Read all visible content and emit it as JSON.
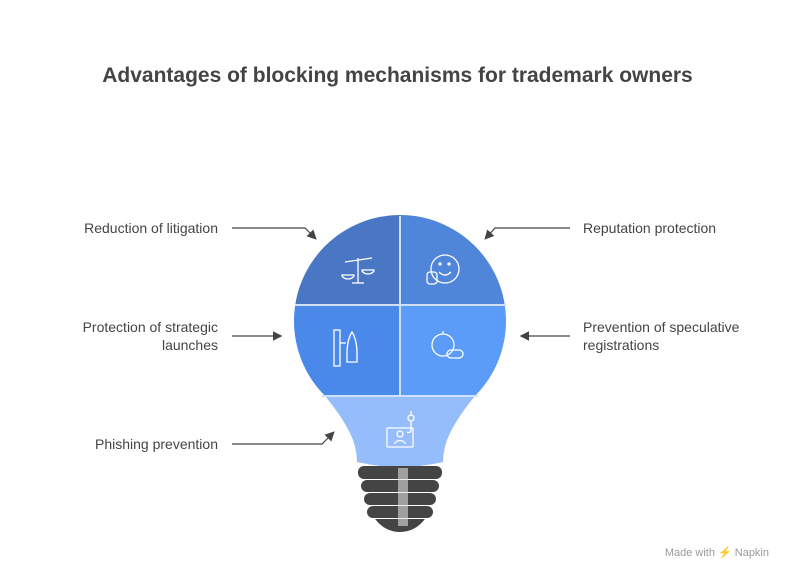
{
  "title": "Advantages of blocking mechanisms for trademark owners",
  "labels": {
    "reduction": "Reduction of litigation",
    "reputation": "Reputation protection",
    "launches": "Protection of strategic launches",
    "speculative": "Prevention of speculative registrations",
    "phishing": "Phishing prevention"
  },
  "footer": "Made with ⚡ Napkin",
  "colors": {
    "tl": "#4A77C4",
    "tr": "#4F86DA",
    "ml": "#4A89EA",
    "mr": "#5B9CF8",
    "neck": "#95BDFB",
    "base": "#444444"
  }
}
